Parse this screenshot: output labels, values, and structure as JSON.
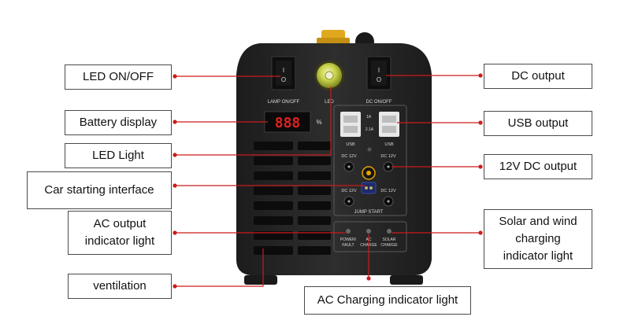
{
  "labels": {
    "led_on_off": "LED ON/OFF",
    "battery_display": "Battery display",
    "led_light": "LED Light",
    "car_starting": "Car starting interface",
    "ac_output_line1": "AC output",
    "ac_output_line2": "indicator light",
    "ventilation": "ventilation",
    "dc_output": "DC output",
    "usb_output": "USB output",
    "dc12v_output": "12V DC output",
    "solar_line1": "Solar and wind",
    "solar_line2": "charging",
    "solar_line3": "indicator light",
    "ac_charging": "AC Charging indicator light"
  },
  "device": {
    "lamp_on_off": "LAMP ON/OFF",
    "led": "LED",
    "dc_on_off": "DC ON/OFF",
    "display_digits": "888",
    "percent": "%",
    "usb_1a": "1A",
    "usb_21a": "2.1A",
    "usb": "USB",
    "dc12v": "DC 12V",
    "jump_start": "JUMP START",
    "power_fault_1": "POWER/",
    "power_fault_2": "FAULT",
    "ac_charge_1": "AC",
    "ac_charge_2": "CHARGE",
    "solar_charge_1": "SOLAR",
    "solar_charge_2": "CHARGE",
    "switch_on": "I",
    "switch_off": "O"
  },
  "colors": {
    "connector": "#cc1b1b",
    "device_body": "#262626",
    "lamp": "#b8c23e",
    "display_digits": "#e02020",
    "jump_port": "#e8a400"
  }
}
